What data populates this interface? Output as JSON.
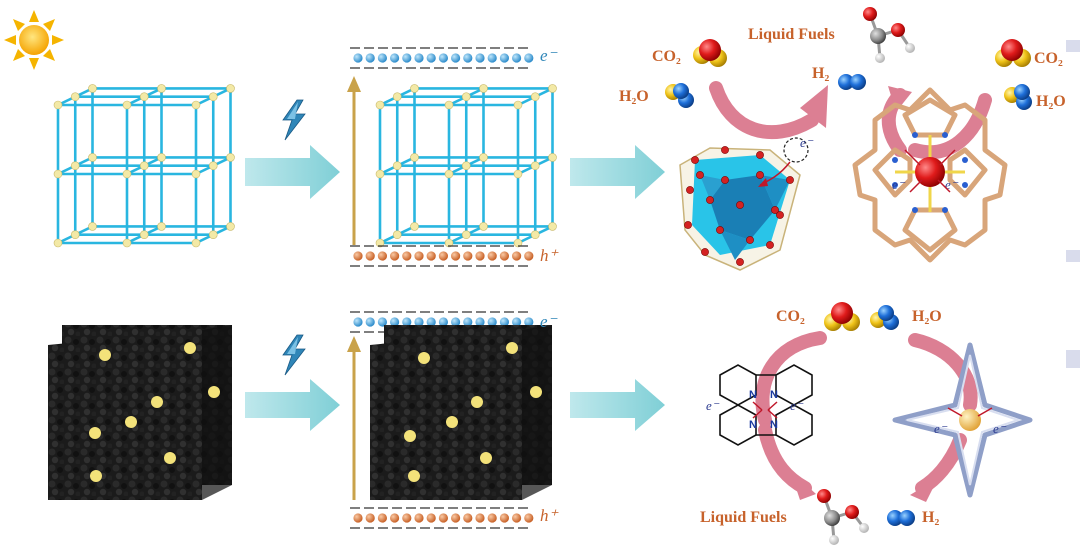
{
  "labels": {
    "liquid_fuels_top": "Liquid Fuels",
    "co2_top_left": "CO₂",
    "h2o_top_left": "H₂O",
    "h2_top": "H₂",
    "co2_top_right": "CO₂",
    "h2o_top_right": "H₂O",
    "co2_bottom": "CO₂",
    "h2o_bottom": "H₂O",
    "liquid_fuels_bottom": "Liquid Fuels",
    "h2_bottom": "H₂"
  },
  "band": {
    "electron": "e⁻",
    "hole": "h⁺"
  },
  "electron_mark": "e⁻",
  "colors": {
    "framework_cyan": "#29b6e0",
    "node_yellow": "#f3e9a6",
    "arrow_teal": "#8fd6dc",
    "arrow_pink": "#dc7f93",
    "electron_blue": "#2f86b8",
    "hole_orange": "#c7622b",
    "vertical_arrow": "#c9a24a",
    "label_orange": "#c7622b"
  },
  "icons": [
    "sun-icon",
    "lightning-icon",
    "lightning-icon-2"
  ]
}
